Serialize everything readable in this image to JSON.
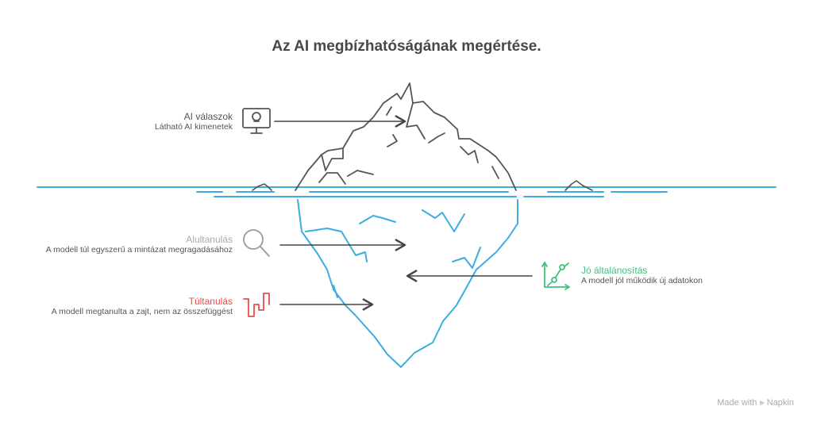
{
  "title": "Az AI megbízhatóságának megértése.",
  "items": [
    {
      "heading": "AI válaszok",
      "description": "Látható AI kimenetek",
      "color": "#555555",
      "icon": "monitor-skull-icon"
    },
    {
      "heading": "Alultanulás",
      "description": "A modell túl egyszerű a mintázat megragadásához",
      "color": "#aaaaaa",
      "icon": "magnifier-icon"
    },
    {
      "heading": "Túltanulás",
      "description": "A modell megtanulta a zajt, nem az összefüggést",
      "color": "#e84c4c",
      "icon": "square-wave-icon"
    },
    {
      "heading": "Jó általánosítás",
      "description": "A modell jól működik új adatokon",
      "color": "#3cc47c",
      "icon": "trend-chart-icon"
    }
  ],
  "footer": {
    "made_with": "Made with",
    "brand": "Napkin"
  },
  "colors": {
    "water": "#3aaee0",
    "ice_top": "#555555"
  }
}
